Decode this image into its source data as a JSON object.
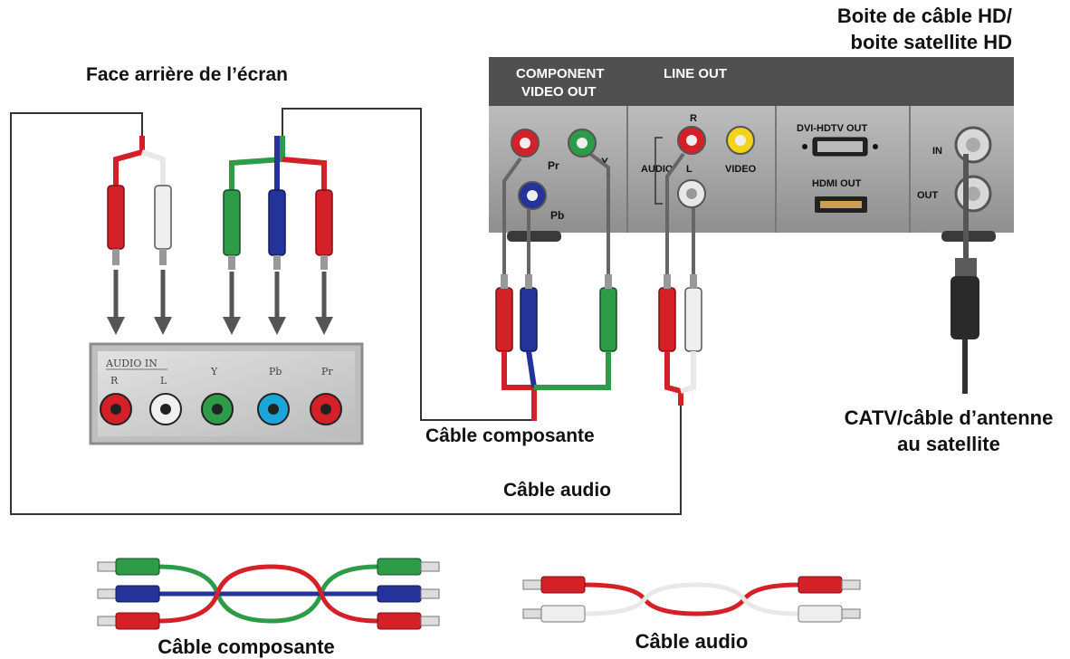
{
  "labels": {
    "box_title_line1": "Boite de câble HD/",
    "box_title_line2": "boite satellite HD",
    "screen_rear": "Face arrière de l’écran",
    "component_cable": "Câble composante",
    "audio_cable": "Câble audio",
    "catv_line1": "CATV/câble d’antenne",
    "catv_line2": "au satellite",
    "legend_component": "Câble composante",
    "legend_audio": "Câble audio"
  },
  "box_panel": {
    "component_video_out_line1": "COMPONENT",
    "component_video_out_line2": "VIDEO OUT",
    "line_out": "LINE OUT",
    "pr": "Pr",
    "y": "Y",
    "pb": "Pb",
    "r": "R",
    "l": "L",
    "audio": "AUDIO",
    "video": "VIDEO",
    "dvi_hdtv_out": "DVI-HDTV OUT",
    "hdmi_out": "HDMI OUT",
    "in": "IN",
    "out": "OUT"
  },
  "screen_panel": {
    "audio_in": "AUDIO IN",
    "r": "R",
    "l": "L",
    "y": "Y",
    "pb": "Pb",
    "pr": "Pr"
  },
  "colors": {
    "red": "#d42027",
    "white": "#e8e8e8",
    "green": "#2e9b48",
    "blue": "#23339a",
    "cyan": "#1aa6d8",
    "yellow": "#f2d21b",
    "panel": "#c8c8c8",
    "box_top": "#4d4d4d"
  }
}
